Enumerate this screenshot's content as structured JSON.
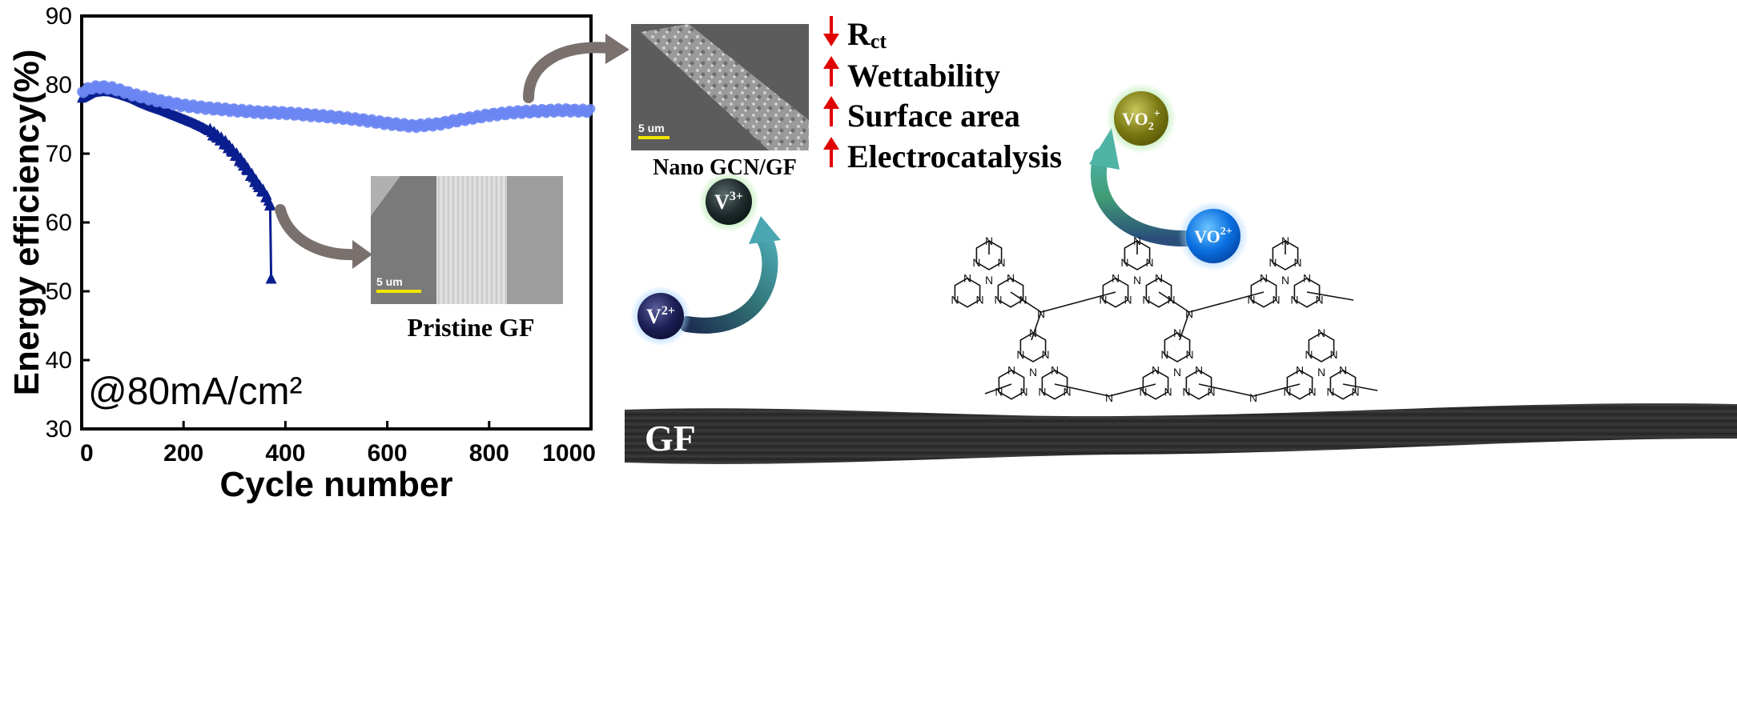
{
  "chart_data": {
    "type": "scatter",
    "xlabel": "Cycle number",
    "ylabel": "Energy efficiency(%)",
    "xlim": [
      0,
      1000
    ],
    "ylim": [
      30,
      90
    ],
    "xticks": [
      "0",
      "200",
      "400",
      "600",
      "800",
      "1000"
    ],
    "yticks": [
      "30",
      "40",
      "50",
      "60",
      "70",
      "80",
      "90"
    ],
    "annotation": "@80mA/cm²",
    "series": [
      {
        "marker": "triangle",
        "color": "#0a1f8f",
        "points": [
          [
            0,
            78.0
          ],
          [
            20,
            78.8
          ],
          [
            40,
            79.0
          ],
          [
            60,
            78.9
          ],
          [
            80,
            78.5
          ],
          [
            100,
            78.0
          ],
          [
            120,
            77.3
          ],
          [
            140,
            76.7
          ],
          [
            160,
            76.2
          ],
          [
            180,
            75.6
          ],
          [
            200,
            75.0
          ],
          [
            220,
            74.4
          ],
          [
            240,
            73.7
          ],
          [
            260,
            72.8
          ],
          [
            280,
            71.6
          ],
          [
            300,
            70.0
          ],
          [
            320,
            68.2
          ],
          [
            340,
            66.0
          ],
          [
            360,
            64.0
          ],
          [
            370,
            62.5
          ],
          [
            372,
            51.8
          ]
        ]
      },
      {
        "marker": "circle",
        "color": "#6b86f2",
        "points": [
          [
            0,
            79.0
          ],
          [
            20,
            79.6
          ],
          [
            40,
            79.7
          ],
          [
            60,
            79.5
          ],
          [
            80,
            79.1
          ],
          [
            100,
            78.6
          ],
          [
            150,
            77.7
          ],
          [
            200,
            77.0
          ],
          [
            250,
            76.6
          ],
          [
            300,
            76.3
          ],
          [
            350,
            76.0
          ],
          [
            400,
            75.9
          ],
          [
            450,
            75.6
          ],
          [
            500,
            75.3
          ],
          [
            550,
            74.9
          ],
          [
            600,
            74.4
          ],
          [
            650,
            74.0
          ],
          [
            700,
            74.3
          ],
          [
            750,
            75.0
          ],
          [
            800,
            75.6
          ],
          [
            850,
            76.0
          ],
          [
            900,
            76.2
          ],
          [
            950,
            76.3
          ],
          [
            1000,
            76.2
          ]
        ]
      }
    ]
  },
  "insets": {
    "pristine_caption": "Pristine GF",
    "pristine_scale": "5 um",
    "nano_caption": "Nano GCN/GF",
    "nano_scale": "5 um"
  },
  "properties": [
    {
      "direction": "down",
      "label_main": "R",
      "label_sub": "ct"
    },
    {
      "direction": "up",
      "label_main": "Wettability",
      "label_sub": ""
    },
    {
      "direction": "up",
      "label_main": "Surface area",
      "label_sub": ""
    },
    {
      "direction": "up",
      "label_main": "Electrocatalysis",
      "label_sub": ""
    }
  ],
  "arrow_colors": {
    "down": "#e00000",
    "up": "#e00000"
  },
  "ions": {
    "v2": {
      "base": "V",
      "sup": "2+"
    },
    "v3": {
      "base": "V",
      "sup": "3+"
    },
    "vo2plus": {
      "base": "VO",
      "sub": "2",
      "sup": "+"
    },
    "vo2plus2": {
      "base": "VO",
      "sup": "2+"
    }
  },
  "felt_label": "GF"
}
